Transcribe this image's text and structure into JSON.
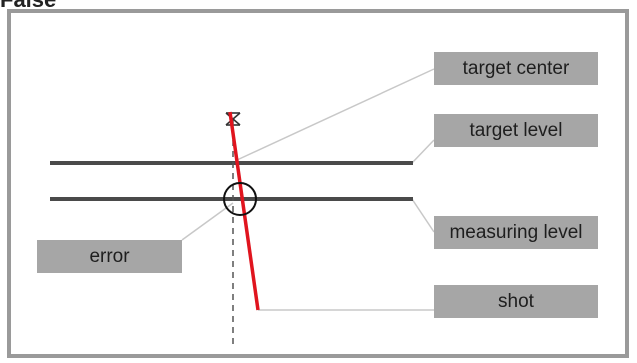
{
  "heading": "False",
  "labels": {
    "target_center": "target center",
    "target_level": "target level",
    "measuring_level": "measuring level",
    "shot": "shot",
    "error": "error"
  },
  "colors": {
    "frame": "#9a9a9a",
    "label_box": "#a6a6a6",
    "level_line": "#4a4a4a",
    "shot_line": "#e0141e",
    "leader_line": "#c8c8c8"
  }
}
